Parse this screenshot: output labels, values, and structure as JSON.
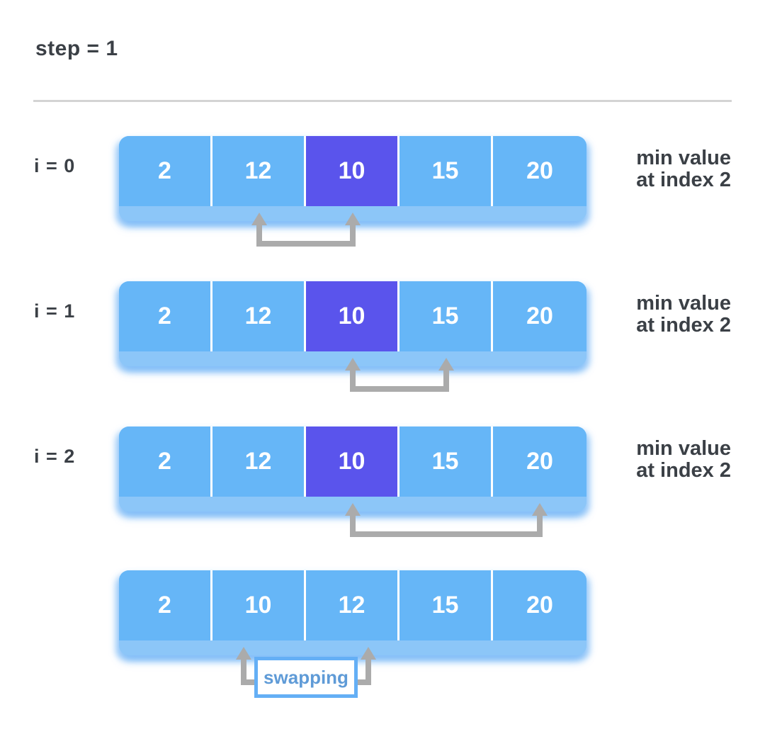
{
  "title": "step = 1",
  "colors": {
    "background": "#ffffff",
    "cell_blue": "#66b6f7",
    "cell_purple": "#5a54ec",
    "strip_blue": "#8cc6f8",
    "arrow_gray": "#ababab",
    "text_dark": "#3b4046",
    "swap_text_blue": "#5f9bd7",
    "swap_border_blue": "#64aff5",
    "rule_gray": "#d4d4d4"
  },
  "rows": [
    {
      "label": "i = 0",
      "cells": [
        "2",
        "12",
        "10",
        "15",
        "20"
      ],
      "highlight_index": 2,
      "note_line1": "min value",
      "note_line2": "at index 2",
      "arrow": {
        "type": "compare",
        "from_index": 1,
        "to_index": 2
      }
    },
    {
      "label": "i = 1",
      "cells": [
        "2",
        "12",
        "10",
        "15",
        "20"
      ],
      "highlight_index": 2,
      "note_line1": "min value",
      "note_line2": "at index 2",
      "arrow": {
        "type": "compare",
        "from_index": 2,
        "to_index": 3
      }
    },
    {
      "label": "i = 2",
      "cells": [
        "2",
        "12",
        "10",
        "15",
        "20"
      ],
      "highlight_index": 2,
      "note_line1": "min value",
      "note_line2": "at index 2",
      "arrow": {
        "type": "compare",
        "from_index": 2,
        "to_index": 4
      }
    },
    {
      "cells": [
        "2",
        "10",
        "12",
        "15",
        "20"
      ],
      "highlight_index": null,
      "swap_label": "swapping",
      "arrow": {
        "type": "swap",
        "from_index": 1,
        "to_index": 2
      }
    }
  ]
}
